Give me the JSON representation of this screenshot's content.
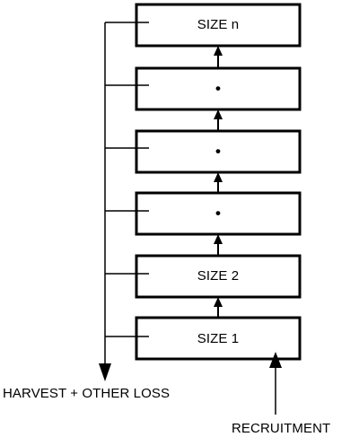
{
  "diagram": {
    "boxes": [
      {
        "label": "SIZE n"
      },
      {
        "label": "•"
      },
      {
        "label": "•"
      },
      {
        "label": "•"
      },
      {
        "label": "SIZE 2"
      },
      {
        "label": "SIZE 1"
      }
    ],
    "loss_label": "HARVEST + OTHER LOSS",
    "input_label": "RECRUITMENT"
  },
  "colors": {
    "stroke": "#000000",
    "background": "#ffffff"
  }
}
